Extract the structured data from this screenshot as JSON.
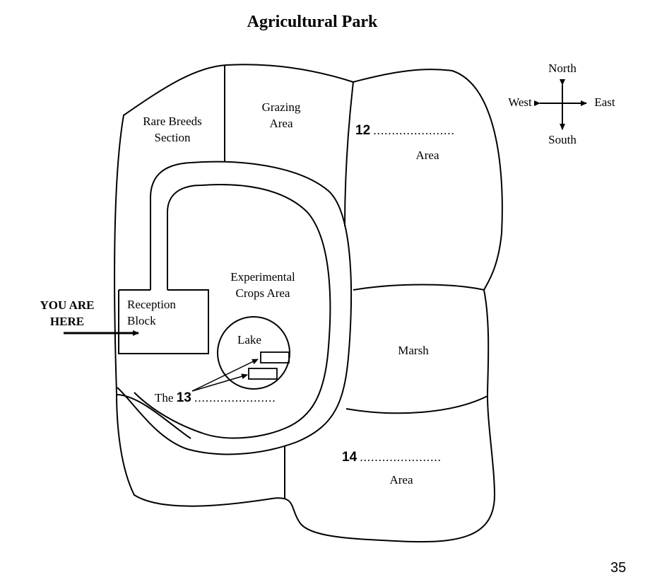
{
  "title": "Agricultural Park",
  "compass": {
    "north": "North",
    "south": "South",
    "east": "East",
    "west": "West"
  },
  "areas": {
    "rare_breeds": "Rare Breeds\nSection",
    "grazing": "Grazing\nArea",
    "q12_number": "12",
    "q12_dots": "......................",
    "q12_area": "Area",
    "experimental": "Experimental\nCrops Area",
    "reception": "Reception\nBlock",
    "lake": "Lake",
    "marsh": "Marsh",
    "q13_prefix": "The",
    "q13_number": "13",
    "q13_dots": "......................",
    "q14_number": "14",
    "q14_dots": "......................",
    "q14_area": "Area"
  },
  "you_are_here": "YOU ARE\nHERE",
  "page_number": "35"
}
